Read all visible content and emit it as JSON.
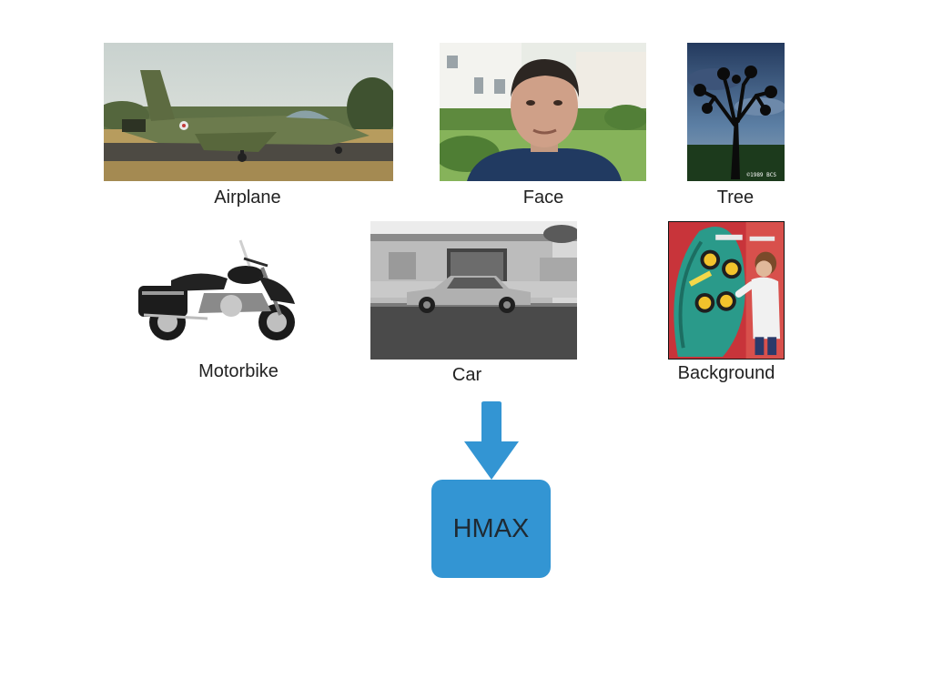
{
  "categories": {
    "airplane": "Airplane",
    "face": "Face",
    "tree": "Tree",
    "motorbike": "Motorbike",
    "car": "Car",
    "background": "Background"
  },
  "tree_photo_caption": "©1989 BCS",
  "model": {
    "label": "HMAX",
    "color": "#3395d3"
  },
  "arrow": {
    "color": "#3395d3",
    "direction": "down"
  }
}
